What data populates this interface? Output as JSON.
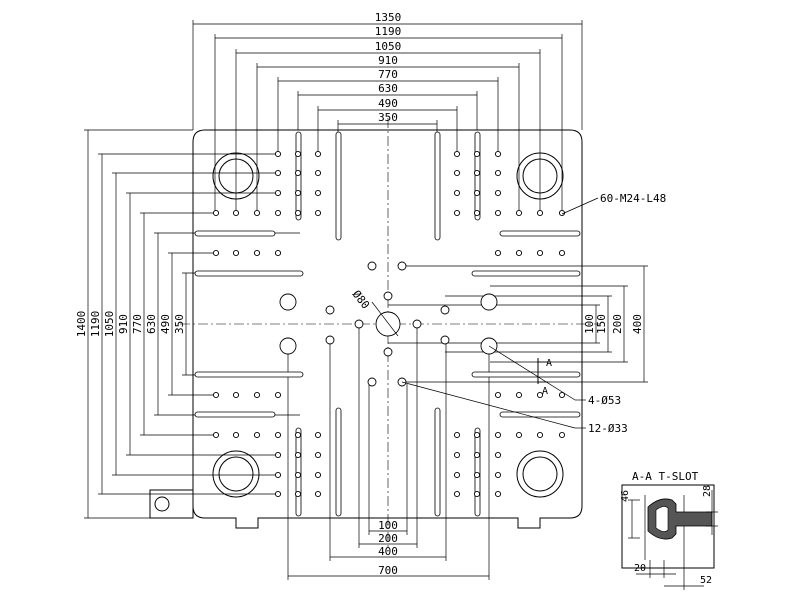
{
  "dims": {
    "top": [
      "1350",
      "1190",
      "1050",
      "910",
      "770",
      "630",
      "490",
      "350"
    ],
    "left": [
      "1400",
      "1190",
      "1050",
      "910",
      "770",
      "630",
      "490",
      "350"
    ],
    "right": [
      "100",
      "150",
      "200",
      "400"
    ],
    "bottom": [
      "100",
      "200",
      "400",
      "700"
    ],
    "center_hole": "Ø80"
  },
  "callouts": {
    "bolt_holes": "60-M24-L48",
    "large_holes": "4-Ø53",
    "medium_holes": "12-Ø33"
  },
  "section": {
    "marker": "A",
    "title": "A-A T-SLOT",
    "dims": [
      "46",
      "28",
      "20",
      "52"
    ]
  }
}
